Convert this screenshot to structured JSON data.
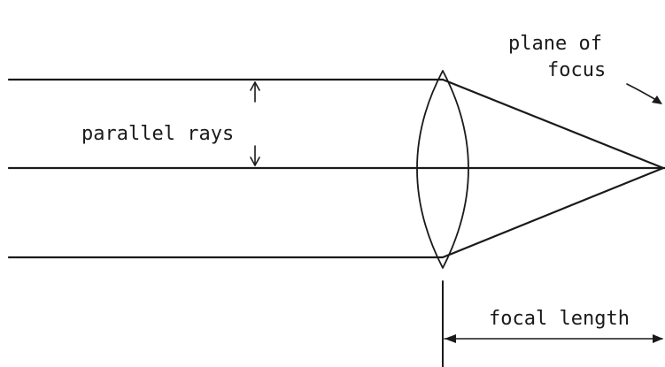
{
  "labels": {
    "parallel_rays": "parallel rays",
    "plane_of_focus_line1": "plane of",
    "plane_of_focus_line2": "focus",
    "focal_length": "focal length"
  },
  "colors": {
    "ink": "#1a1a1a",
    "background": "#ffffff"
  }
}
